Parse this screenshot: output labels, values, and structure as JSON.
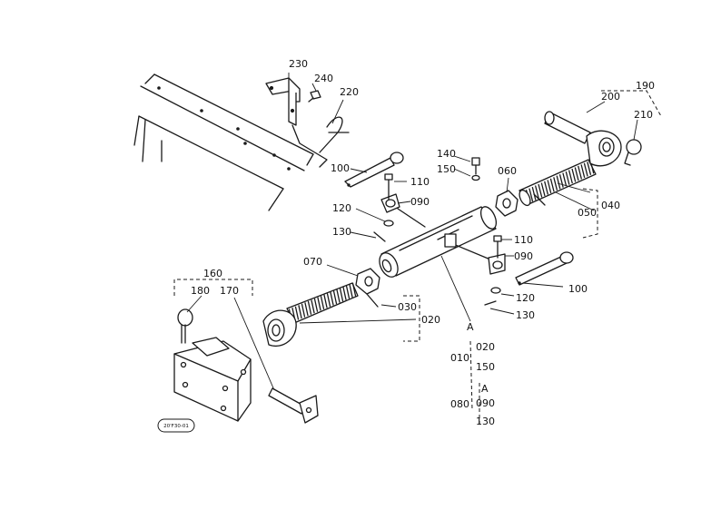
{
  "labels": {
    "p230": "230",
    "p240": "240",
    "p220": "220",
    "p190": "190",
    "p200": "200",
    "p210": "210",
    "p140": "140",
    "p150": "150",
    "p060": "060",
    "p100_top": "100",
    "p110_top": "110",
    "p090_top": "090",
    "p040": "040",
    "p050": "050",
    "p120_top": "120",
    "p130_top": "130",
    "p110_mid": "110",
    "p090_mid": "090",
    "p070": "070",
    "p100_mid": "100",
    "p120_mid": "120",
    "p130_mid": "130",
    "p160": "160",
    "p180": "180",
    "p170": "170",
    "p030": "030",
    "p020": "020",
    "a_marker": "A",
    "p010": "010",
    "p020_b": "020",
    "p150_b": "150",
    "a_sub": "A",
    "p080": "080",
    "p090_b": "090",
    "p130_b": "130"
  },
  "drawing_ref": "20'F30-01"
}
